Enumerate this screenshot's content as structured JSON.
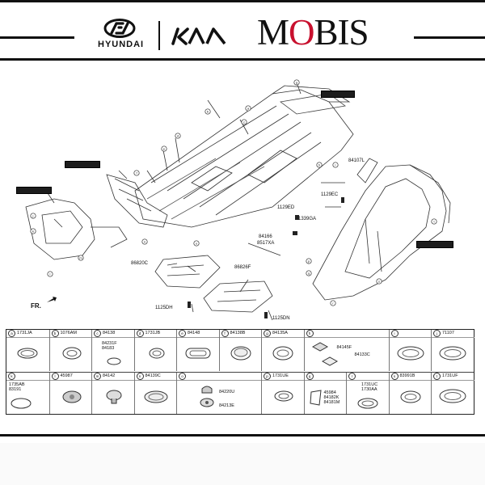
{
  "header": {
    "hyundai_text": "HYUNDAI",
    "mobis_text": "MOBIS",
    "colors": {
      "mobis_accent": "#c8102e",
      "rule": "#111111"
    }
  },
  "diagram": {
    "labels": {
      "l_84107l": "84107L",
      "l_1129ec": "1129EC",
      "l_1129ed": "1129ED",
      "l_1339ga": "1339GA",
      "l_84166": "84166",
      "l_8517xa": "8517XA",
      "l_86820c": "86820C",
      "l_86826f": "86826F",
      "l_1125dh_a": "1125DH",
      "l_1125dn": "1125DN"
    },
    "callouts": [
      "a",
      "b",
      "c",
      "d",
      "e",
      "f",
      "g",
      "h",
      "i",
      "j",
      "k",
      "l",
      "m",
      "n",
      "o",
      "p",
      "q",
      "r",
      "s",
      "t"
    ],
    "direction": "FR."
  },
  "parts_table": {
    "row1": [
      {
        "mark": "a",
        "code": "1731JA"
      },
      {
        "mark": "b",
        "code": "1076AM"
      },
      {
        "mark": "c",
        "code": "84138",
        "sub": [
          "84231F",
          "84183"
        ]
      },
      {
        "mark": "d",
        "code": "1731JB"
      },
      {
        "mark": "e",
        "code": "84148"
      },
      {
        "mark": "f",
        "code": "84138B"
      },
      {
        "mark": "g",
        "code": "84135A"
      },
      {
        "mark": "h",
        "code": "",
        "sub": [
          "84145F",
          "84133C"
        ]
      },
      {
        "mark": "i",
        "code": "",
        "sub": []
      },
      {
        "mark": "j",
        "code": "71107"
      }
    ],
    "row2": [
      {
        "mark": "k",
        "code": "",
        "sub": [
          "1735AB",
          "83191"
        ]
      },
      {
        "mark": "l",
        "code": "45987"
      },
      {
        "mark": "m",
        "code": "84142"
      },
      {
        "mark": "n",
        "code": "84139C"
      },
      {
        "mark": "o",
        "code": "",
        "sub": [
          "84220U",
          "84213E"
        ]
      },
      {
        "mark": "p",
        "code": "1731UE"
      },
      {
        "mark": "q",
        "code": "",
        "sub": [
          "45984",
          "84182K",
          "84181M"
        ]
      },
      {
        "mark": "r",
        "code": "",
        "sub": [
          "1731UC",
          "1730AA"
        ]
      },
      {
        "mark": "s",
        "code": "83991B"
      },
      {
        "mark": "t",
        "code": "1731UF"
      }
    ]
  }
}
